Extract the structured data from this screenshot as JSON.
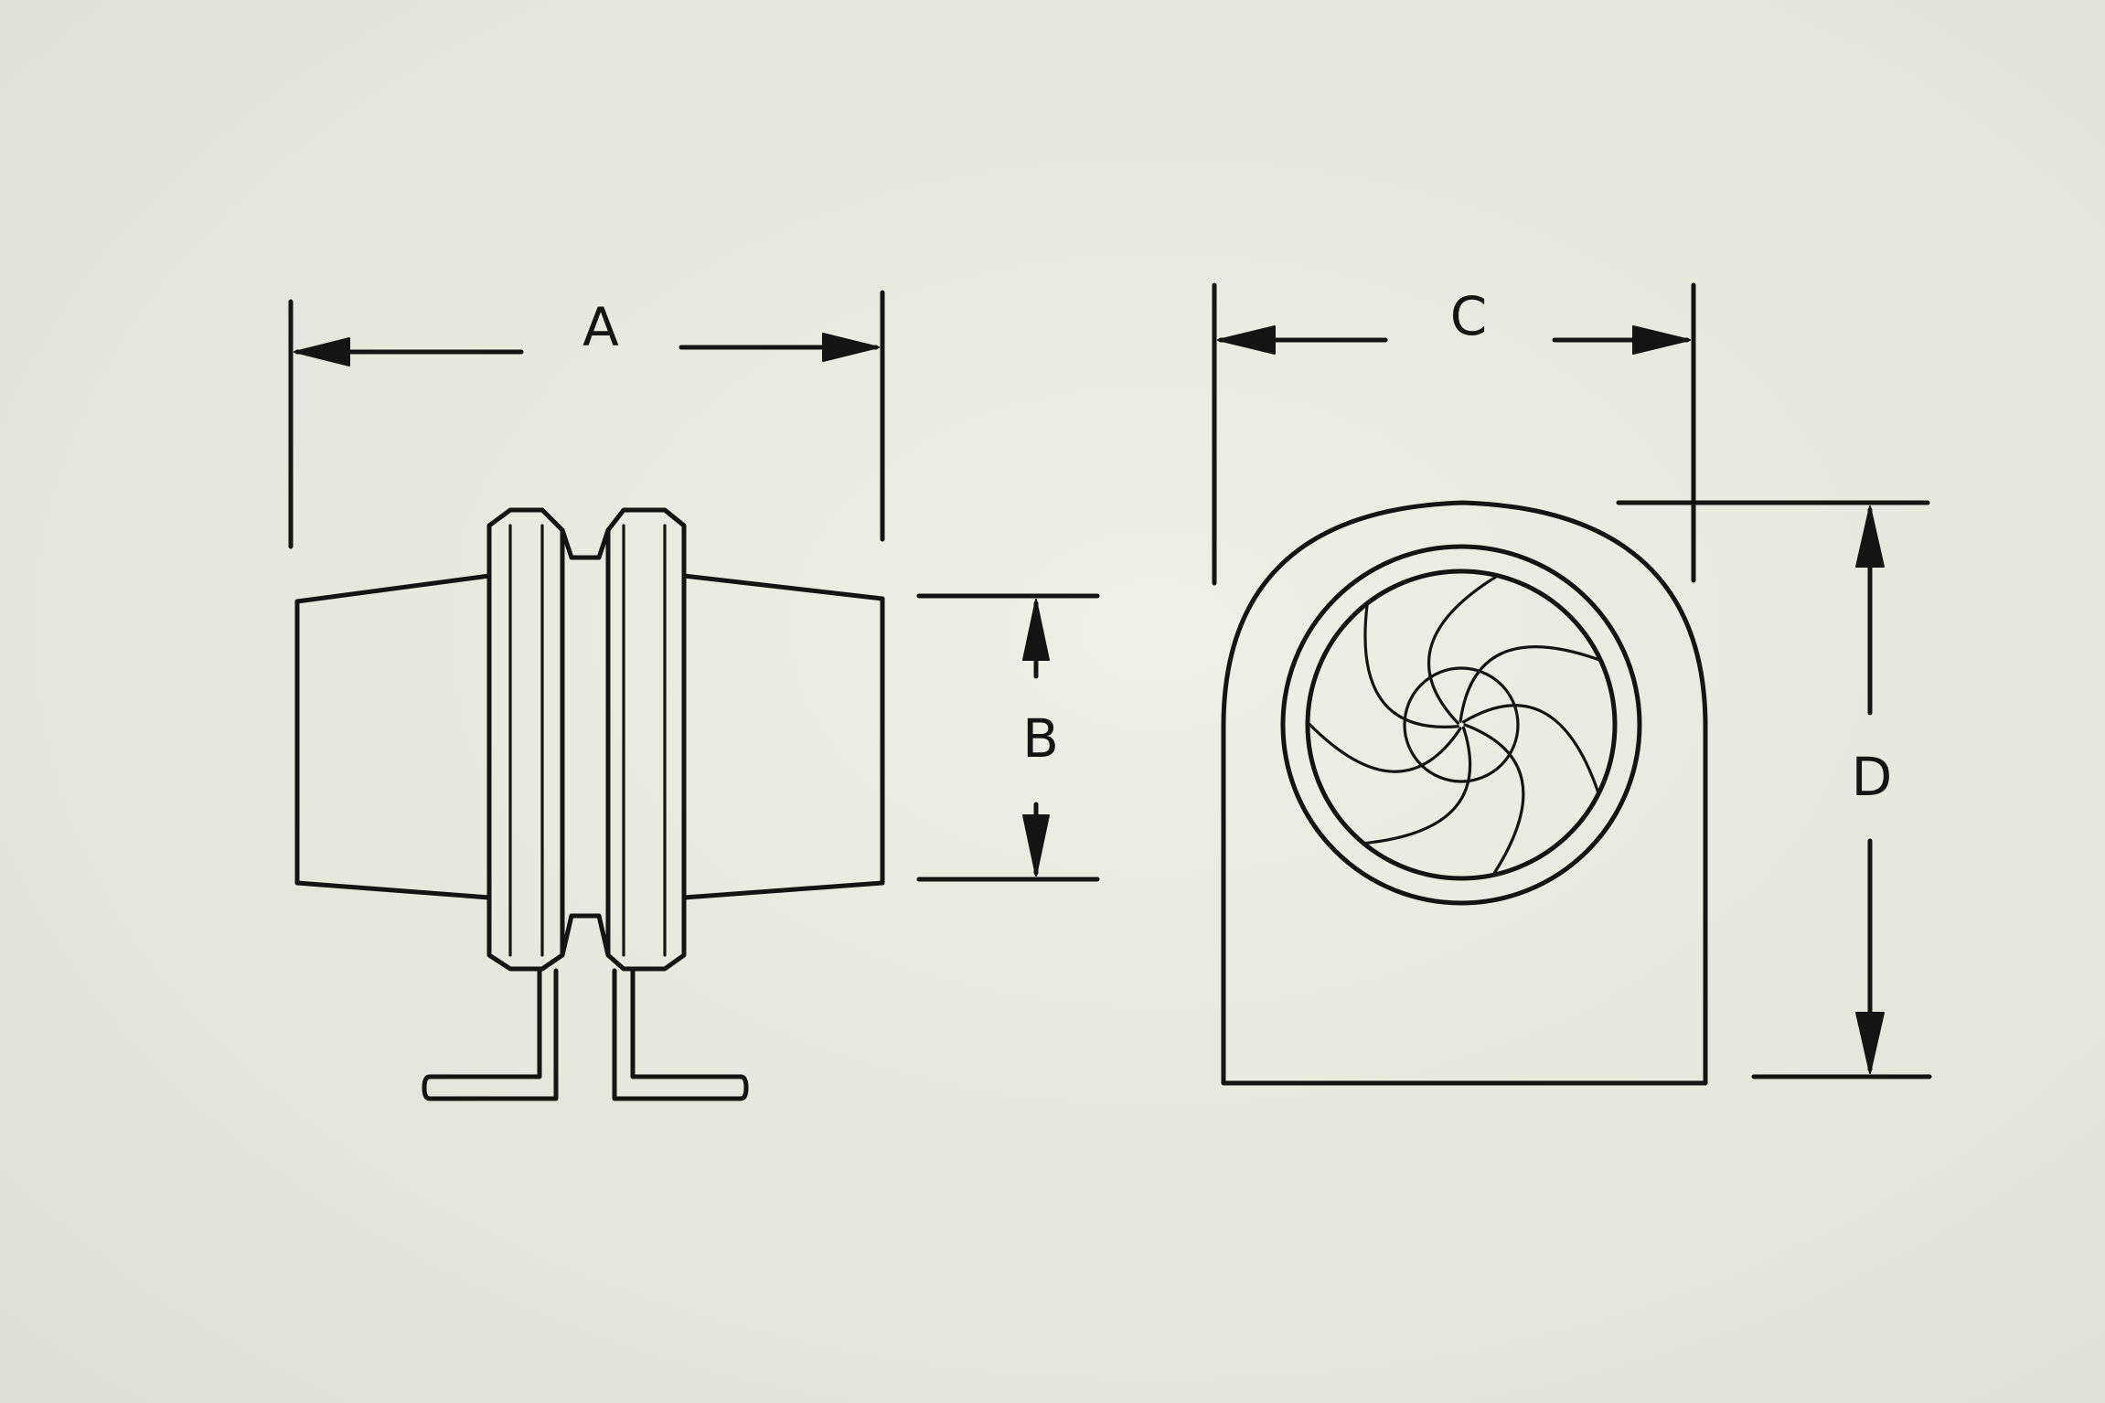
{
  "dimensions": {
    "a": {
      "label": "A"
    },
    "b": {
      "label": "B"
    },
    "c": {
      "label": "C"
    },
    "d": {
      "label": "D"
    }
  }
}
